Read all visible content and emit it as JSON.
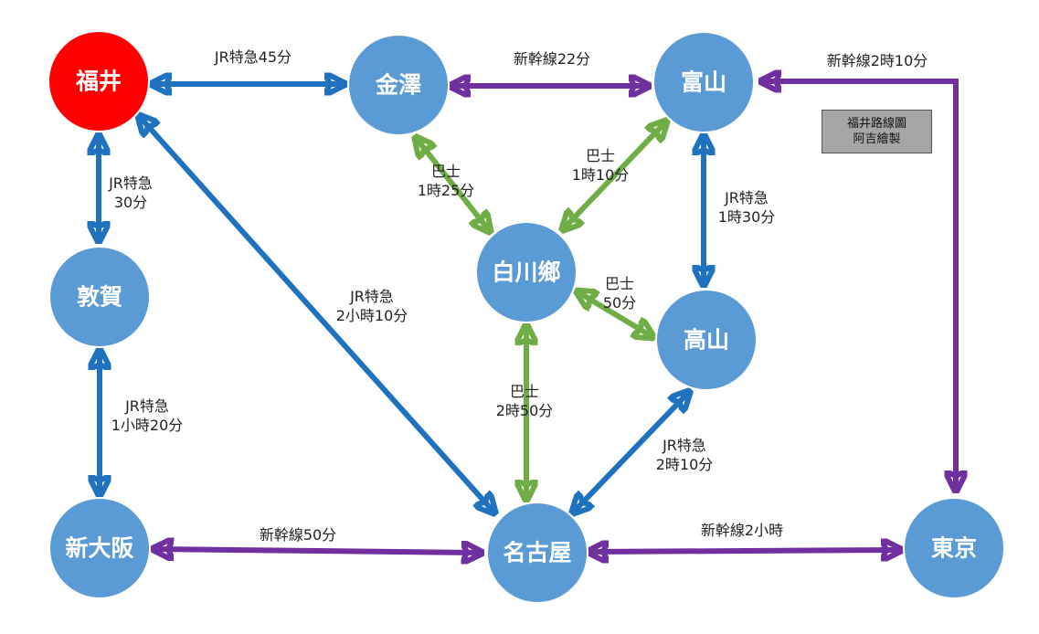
{
  "colors": {
    "jr": "#1f72bd",
    "shinkansen": "#7030a0",
    "bus": "#70ad47",
    "node": "#5b9bd5",
    "highlight": "#ff0000"
  },
  "nodes": [
    {
      "id": "fukui",
      "label": "福井",
      "highlight": true
    },
    {
      "id": "kanazawa",
      "label": "金澤"
    },
    {
      "id": "toyama",
      "label": "富山"
    },
    {
      "id": "tsuruga",
      "label": "敦賀"
    },
    {
      "id": "shirakawago",
      "label": "白川鄉"
    },
    {
      "id": "takayama",
      "label": "高山"
    },
    {
      "id": "shinosaka",
      "label": "新大阪"
    },
    {
      "id": "nagoya",
      "label": "名古屋"
    },
    {
      "id": "tokyo",
      "label": "東京"
    }
  ],
  "edges": [
    {
      "id": "fukui-kanazawa",
      "mode": "jr",
      "label": [
        "JR特急45分"
      ]
    },
    {
      "id": "kanazawa-toyama",
      "mode": "shinkansen",
      "label": [
        "新幹線22分"
      ]
    },
    {
      "id": "toyama-tokyo",
      "mode": "shinkansen",
      "label": [
        "新幹線2時10分"
      ]
    },
    {
      "id": "fukui-tsuruga",
      "mode": "jr",
      "label": [
        "JR特急",
        "30分"
      ]
    },
    {
      "id": "kanazawa-shirakawago",
      "mode": "bus",
      "label": [
        "巴士",
        "1時25分"
      ]
    },
    {
      "id": "toyama-shirakawago",
      "mode": "bus",
      "label": [
        "巴士",
        "1時10分"
      ]
    },
    {
      "id": "toyama-takayama",
      "mode": "jr",
      "label": [
        "JR特急",
        "1時30分"
      ]
    },
    {
      "id": "fukui-nagoya",
      "mode": "jr",
      "label": [
        "JR特急",
        "2小時10分"
      ]
    },
    {
      "id": "shirakawago-takayama",
      "mode": "bus",
      "label": [
        "巴士",
        "50分"
      ]
    },
    {
      "id": "tsuruga-shinosaka",
      "mode": "jr",
      "label": [
        "JR特急",
        "1小時20分"
      ]
    },
    {
      "id": "shirakawago-nagoya",
      "mode": "bus",
      "label": [
        "巴士",
        "2時50分"
      ]
    },
    {
      "id": "takayama-nagoya",
      "mode": "jr",
      "label": [
        "JR特急",
        "2時10分"
      ]
    },
    {
      "id": "shinosaka-nagoya",
      "mode": "shinkansen",
      "label": [
        "新幹線50分"
      ]
    },
    {
      "id": "nagoya-tokyo",
      "mode": "shinkansen",
      "label": [
        "新幹線2小時"
      ]
    }
  ],
  "legend": {
    "line1": "福井路線圖",
    "line2": "阿吉繪製"
  }
}
